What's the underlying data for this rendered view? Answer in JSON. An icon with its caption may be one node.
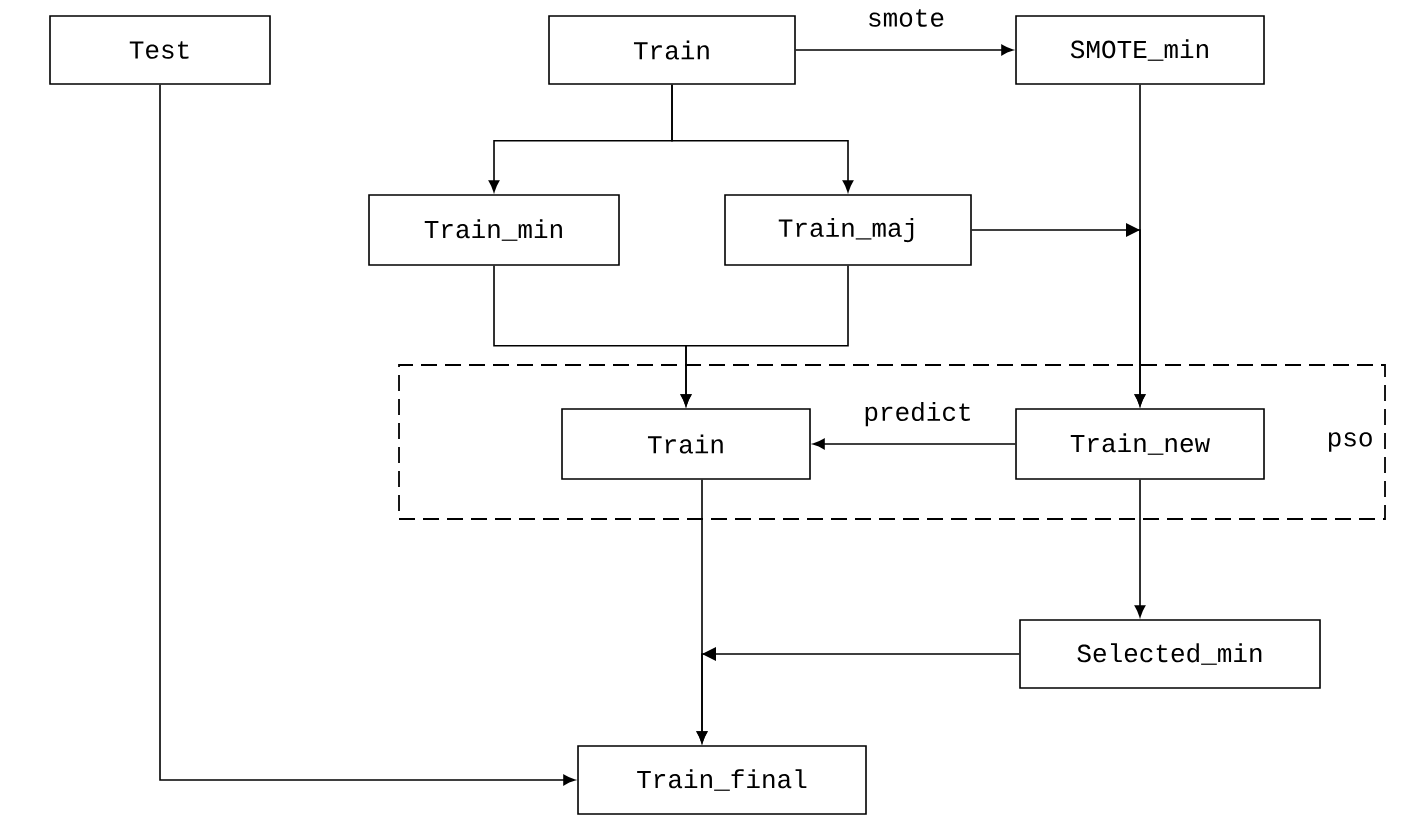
{
  "diagram": {
    "nodes": [
      {
        "text": [
          "Test"
        ]
      },
      {
        "text": [
          "Train"
        ]
      },
      {
        "text": [
          "SMOTE_min"
        ]
      },
      {
        "text": [
          "Train_min"
        ]
      },
      {
        "text": [
          "Train_maj"
        ]
      },
      {
        "text": [
          "pso"
        ]
      },
      {
        "text": [
          "Train"
        ],
        "in": 5
      },
      {
        "text": [
          "Train_new"
        ],
        "in": 5
      },
      {
        "text": [
          "Selected_min"
        ]
      },
      {
        "text": [
          "Train_final"
        ]
      }
    ],
    "edges": [
      {
        "from": 1,
        "to": 2,
        "arrow": "to",
        "label": "smote"
      },
      {
        "from": 1,
        "to": 3,
        "arrow": "to"
      },
      {
        "from": 1,
        "to": 4,
        "arrow": "to"
      },
      {
        "from": 3,
        "to": 6,
        "arrow": "to"
      },
      {
        "from": 4,
        "to": 6,
        "arrow": "to"
      },
      {
        "from": 4,
        "to": 7,
        "arrow": "to"
      },
      {
        "from": 2,
        "to": 7,
        "arrow": "to"
      },
      {
        "from": 7,
        "to": 6,
        "arrow": "to",
        "label": "predict"
      },
      {
        "from": 7,
        "to": 8,
        "arrow": "to"
      },
      {
        "from": 8,
        "to": 9,
        "arrow": "to"
      },
      {
        "from": 6,
        "to": 9,
        "arrow": "to"
      },
      {
        "from": 0,
        "to": 9,
        "arrow": "to"
      }
    ]
  }
}
